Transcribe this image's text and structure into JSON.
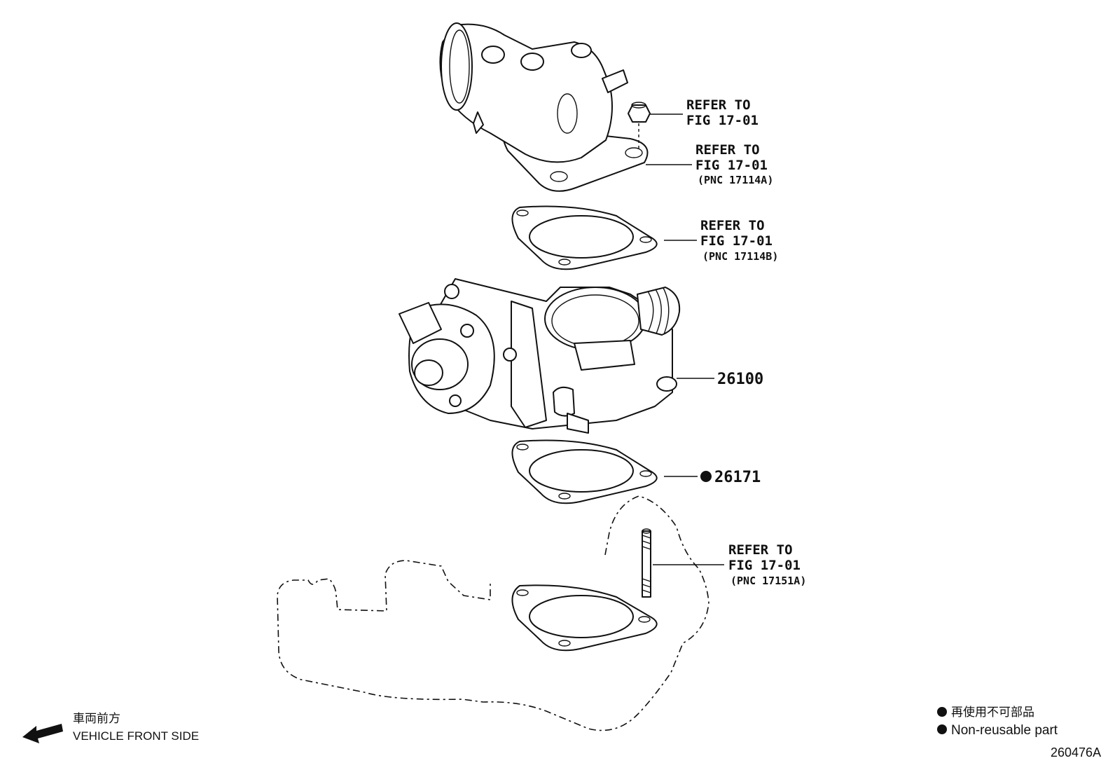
{
  "callouts": {
    "nut_ref": {
      "line1": "REFER TO",
      "line2": "FIG 17-01"
    },
    "outlet_ref": {
      "line1": "REFER TO",
      "line2": "FIG 17-01",
      "line3": "(PNC 17114A)"
    },
    "gasket_upper_ref": {
      "line1": "REFER TO",
      "line2": "FIG 17-01",
      "line3": "(PNC 17114B)"
    },
    "throttle_body": {
      "part_number": "26100"
    },
    "gasket_lower": {
      "part_number": "26171",
      "non_reusable": true
    },
    "stud_ref": {
      "line1": "REFER TO",
      "line2": "FIG 17-01",
      "line3": "(PNC 17151A)"
    }
  },
  "orientation": {
    "label_jp": "車両前方",
    "label_en": "VEHICLE FRONT SIDE"
  },
  "legend": {
    "label_jp": "再使用不可部品",
    "label_en": "Non-reusable part"
  },
  "figure_id": "260476A"
}
